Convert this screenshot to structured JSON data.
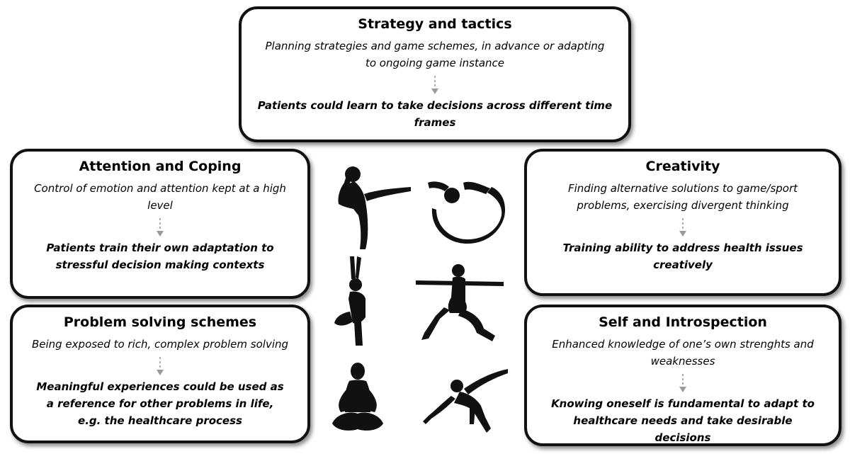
{
  "boxes": {
    "strategy": {
      "title": "Strategy and tactics",
      "description": "Planning strategies and game schemes, in advance or adapting to ongoing game instance",
      "outcome": "Patients could learn to take decisions across different time frames"
    },
    "attention": {
      "title": "Attention and Coping",
      "description": "Control of emotion and attention kept at a high level",
      "outcome": "Patients train their own adaptation to stressful decision making contexts"
    },
    "creativity": {
      "title": "Creativity",
      "description": "Finding alternative solutions to game/sport problems, exercising divergent thinking",
      "outcome": "Training ability to address health issues creatively"
    },
    "problem": {
      "title": "Problem solving schemes",
      "description": "Being exposed to rich, complex problem solving",
      "outcome": "Meaningful experiences could be used as a reference for other problems in life, e.g. the healthcare process"
    },
    "self": {
      "title": "Self and Introspection",
      "description": "Enhanced knowledge of one’s own strenghts and weaknesses",
      "outcome": "Knowing oneself is fundamental to adapt to healthcare needs and take desirable decisions"
    }
  },
  "icons": {
    "figure_1": "yoga-dancer-pose-icon",
    "figure_2": "yoga-bow-pose-icon",
    "figure_3": "yoga-tree-pose-icon",
    "figure_4": "yoga-warrior-pose-icon",
    "figure_5": "yoga-lotus-pose-icon",
    "figure_6": "yoga-side-angle-pose-icon"
  },
  "colors": {
    "box_border": "#111111",
    "arrow": "#999999",
    "silhouette": "#111111"
  }
}
